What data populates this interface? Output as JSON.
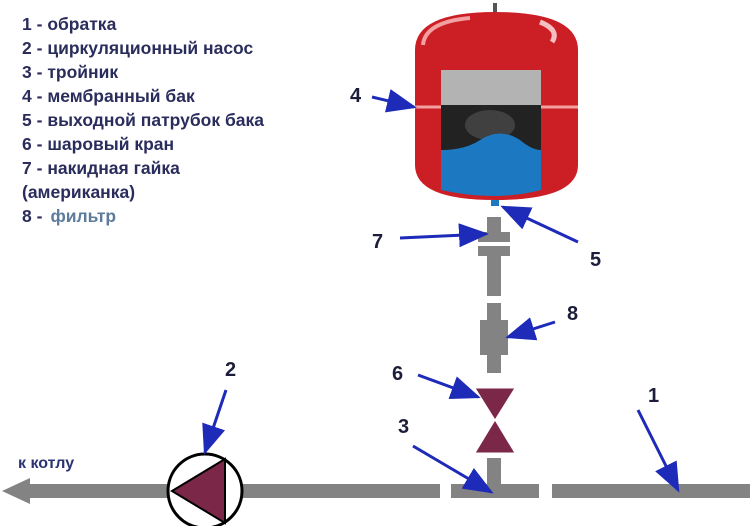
{
  "legend": [
    {
      "num": "1 -",
      "text": "обратка"
    },
    {
      "num": "2 -",
      "text": "циркуляционный насос"
    },
    {
      "num": "3 -",
      "text": "тройник"
    },
    {
      "num": "4 -",
      "text": "мембранный бак"
    },
    {
      "num": "5 -",
      "text": "выходной патрубок бака"
    },
    {
      "num": "6 -",
      "text": "шаровый кран"
    },
    {
      "num": "7 -",
      "text": "накидная гайка"
    },
    {
      "num": "",
      "text": "(американка)"
    },
    {
      "num": "8 -",
      "text": "фильтр"
    }
  ],
  "callouts": {
    "n1": "1",
    "n2": "2",
    "n3": "3",
    "n4": "4",
    "n5": "5",
    "n6": "6",
    "n7": "7",
    "n8": "8"
  },
  "flow_label": "к котлу",
  "colors": {
    "pipe": "#838383",
    "tank": "#cc1e25",
    "water": "#1c78c0",
    "valve": "#7b2747",
    "arrow": "#1e2ab8",
    "text": "#2a2d5c"
  }
}
